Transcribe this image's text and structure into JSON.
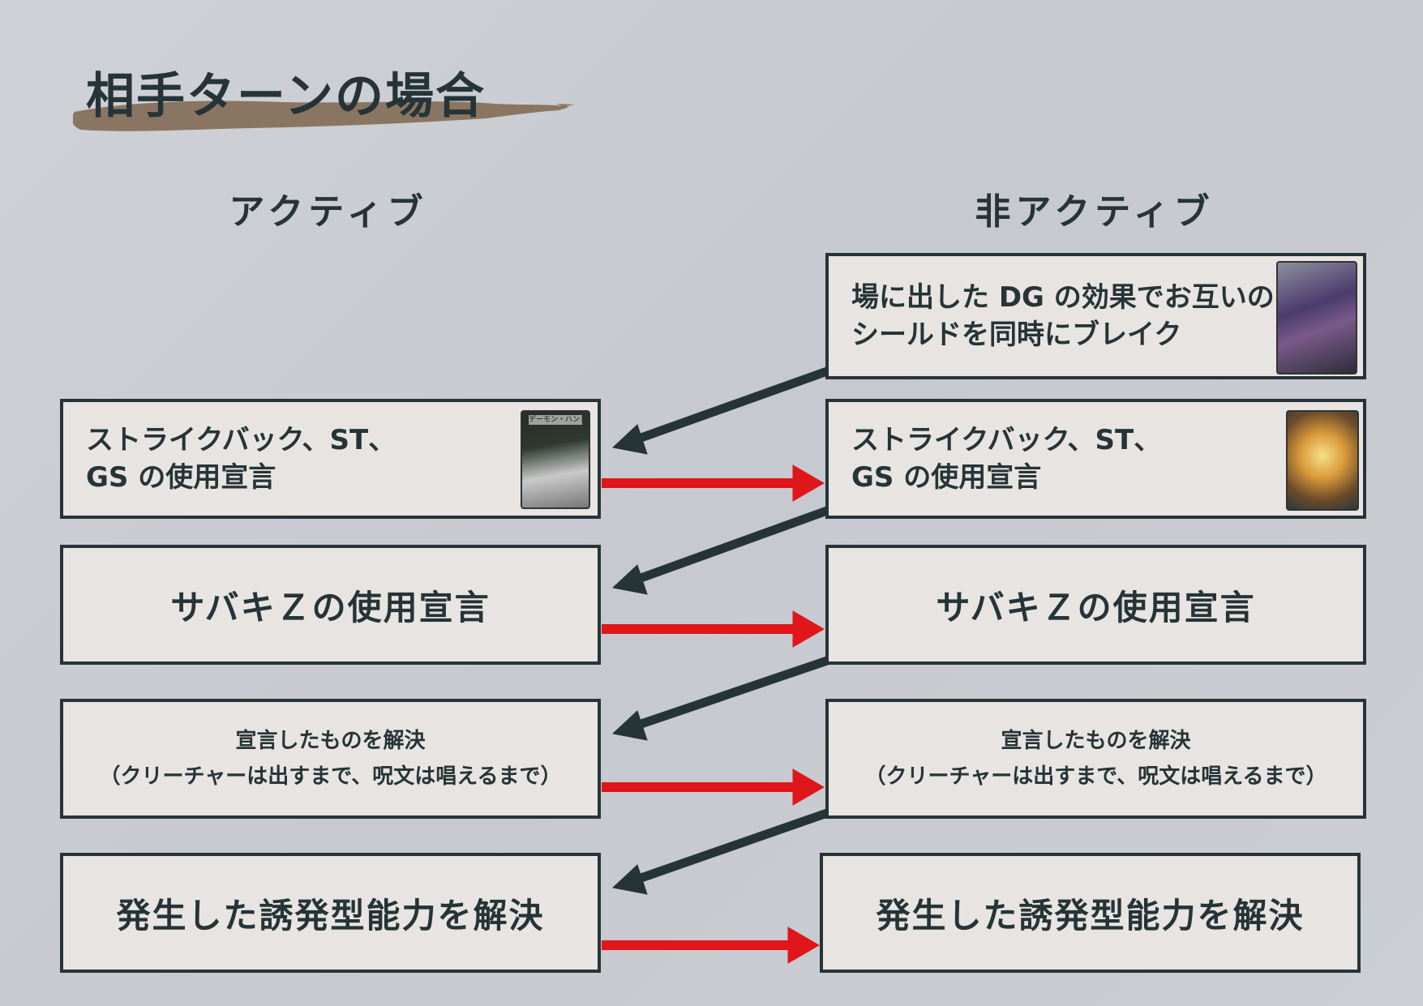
{
  "title": "相手ターンの場合",
  "columns": {
    "active": "アクティブ",
    "inactive": "非アクティブ"
  },
  "colors": {
    "background": "#c9ccd2",
    "box_fill": "#e7e4e1",
    "box_border": "#263437",
    "brush": "#8a7563",
    "dark_arrow": "#263437",
    "red_arrow": "#e0161b"
  },
  "steps": {
    "dg_break": "場に出した DG の効果でお互いの\nシールドを同時にブレイク",
    "declare_strike": "ストライクバック、ST、\nGS の使用宣言",
    "declare_sabaki": "サバキＺの使用宣言",
    "resolve_declared": "宣言したものを解決\n（クリーチャーは出すまで、呪文は唱えるまで）",
    "resolve_triggered": "発生した誘発型能力を解決"
  },
  "cards": {
    "demon_hand": "デーモン・ハンド"
  }
}
